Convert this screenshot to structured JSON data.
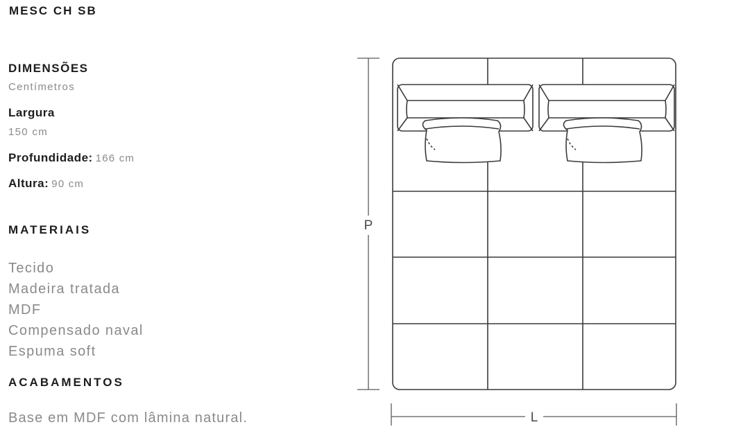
{
  "product": {
    "title": "MESC CH SB"
  },
  "dimensions": {
    "heading": "DIMENSÕES",
    "unit": "Centímetros",
    "width_label": "Largura",
    "width_value": "150 cm",
    "depth_label": "Profundidade:",
    "depth_value": "166 cm",
    "height_label": "Altura:",
    "height_value": "90 cm"
  },
  "materials": {
    "heading": "MATERIAIS",
    "items": [
      "Tecido",
      "Madeira tratada",
      "MDF",
      "Compensado naval",
      "Espuma soft"
    ]
  },
  "finishes": {
    "heading": "ACABAMENTOS",
    "text": "Base em MDF com lâmina natural."
  },
  "diagram": {
    "depth_marker": "P",
    "width_marker": "L",
    "line_color": "#3a3a3a",
    "dimension_line_color": "#5a5a5a"
  }
}
